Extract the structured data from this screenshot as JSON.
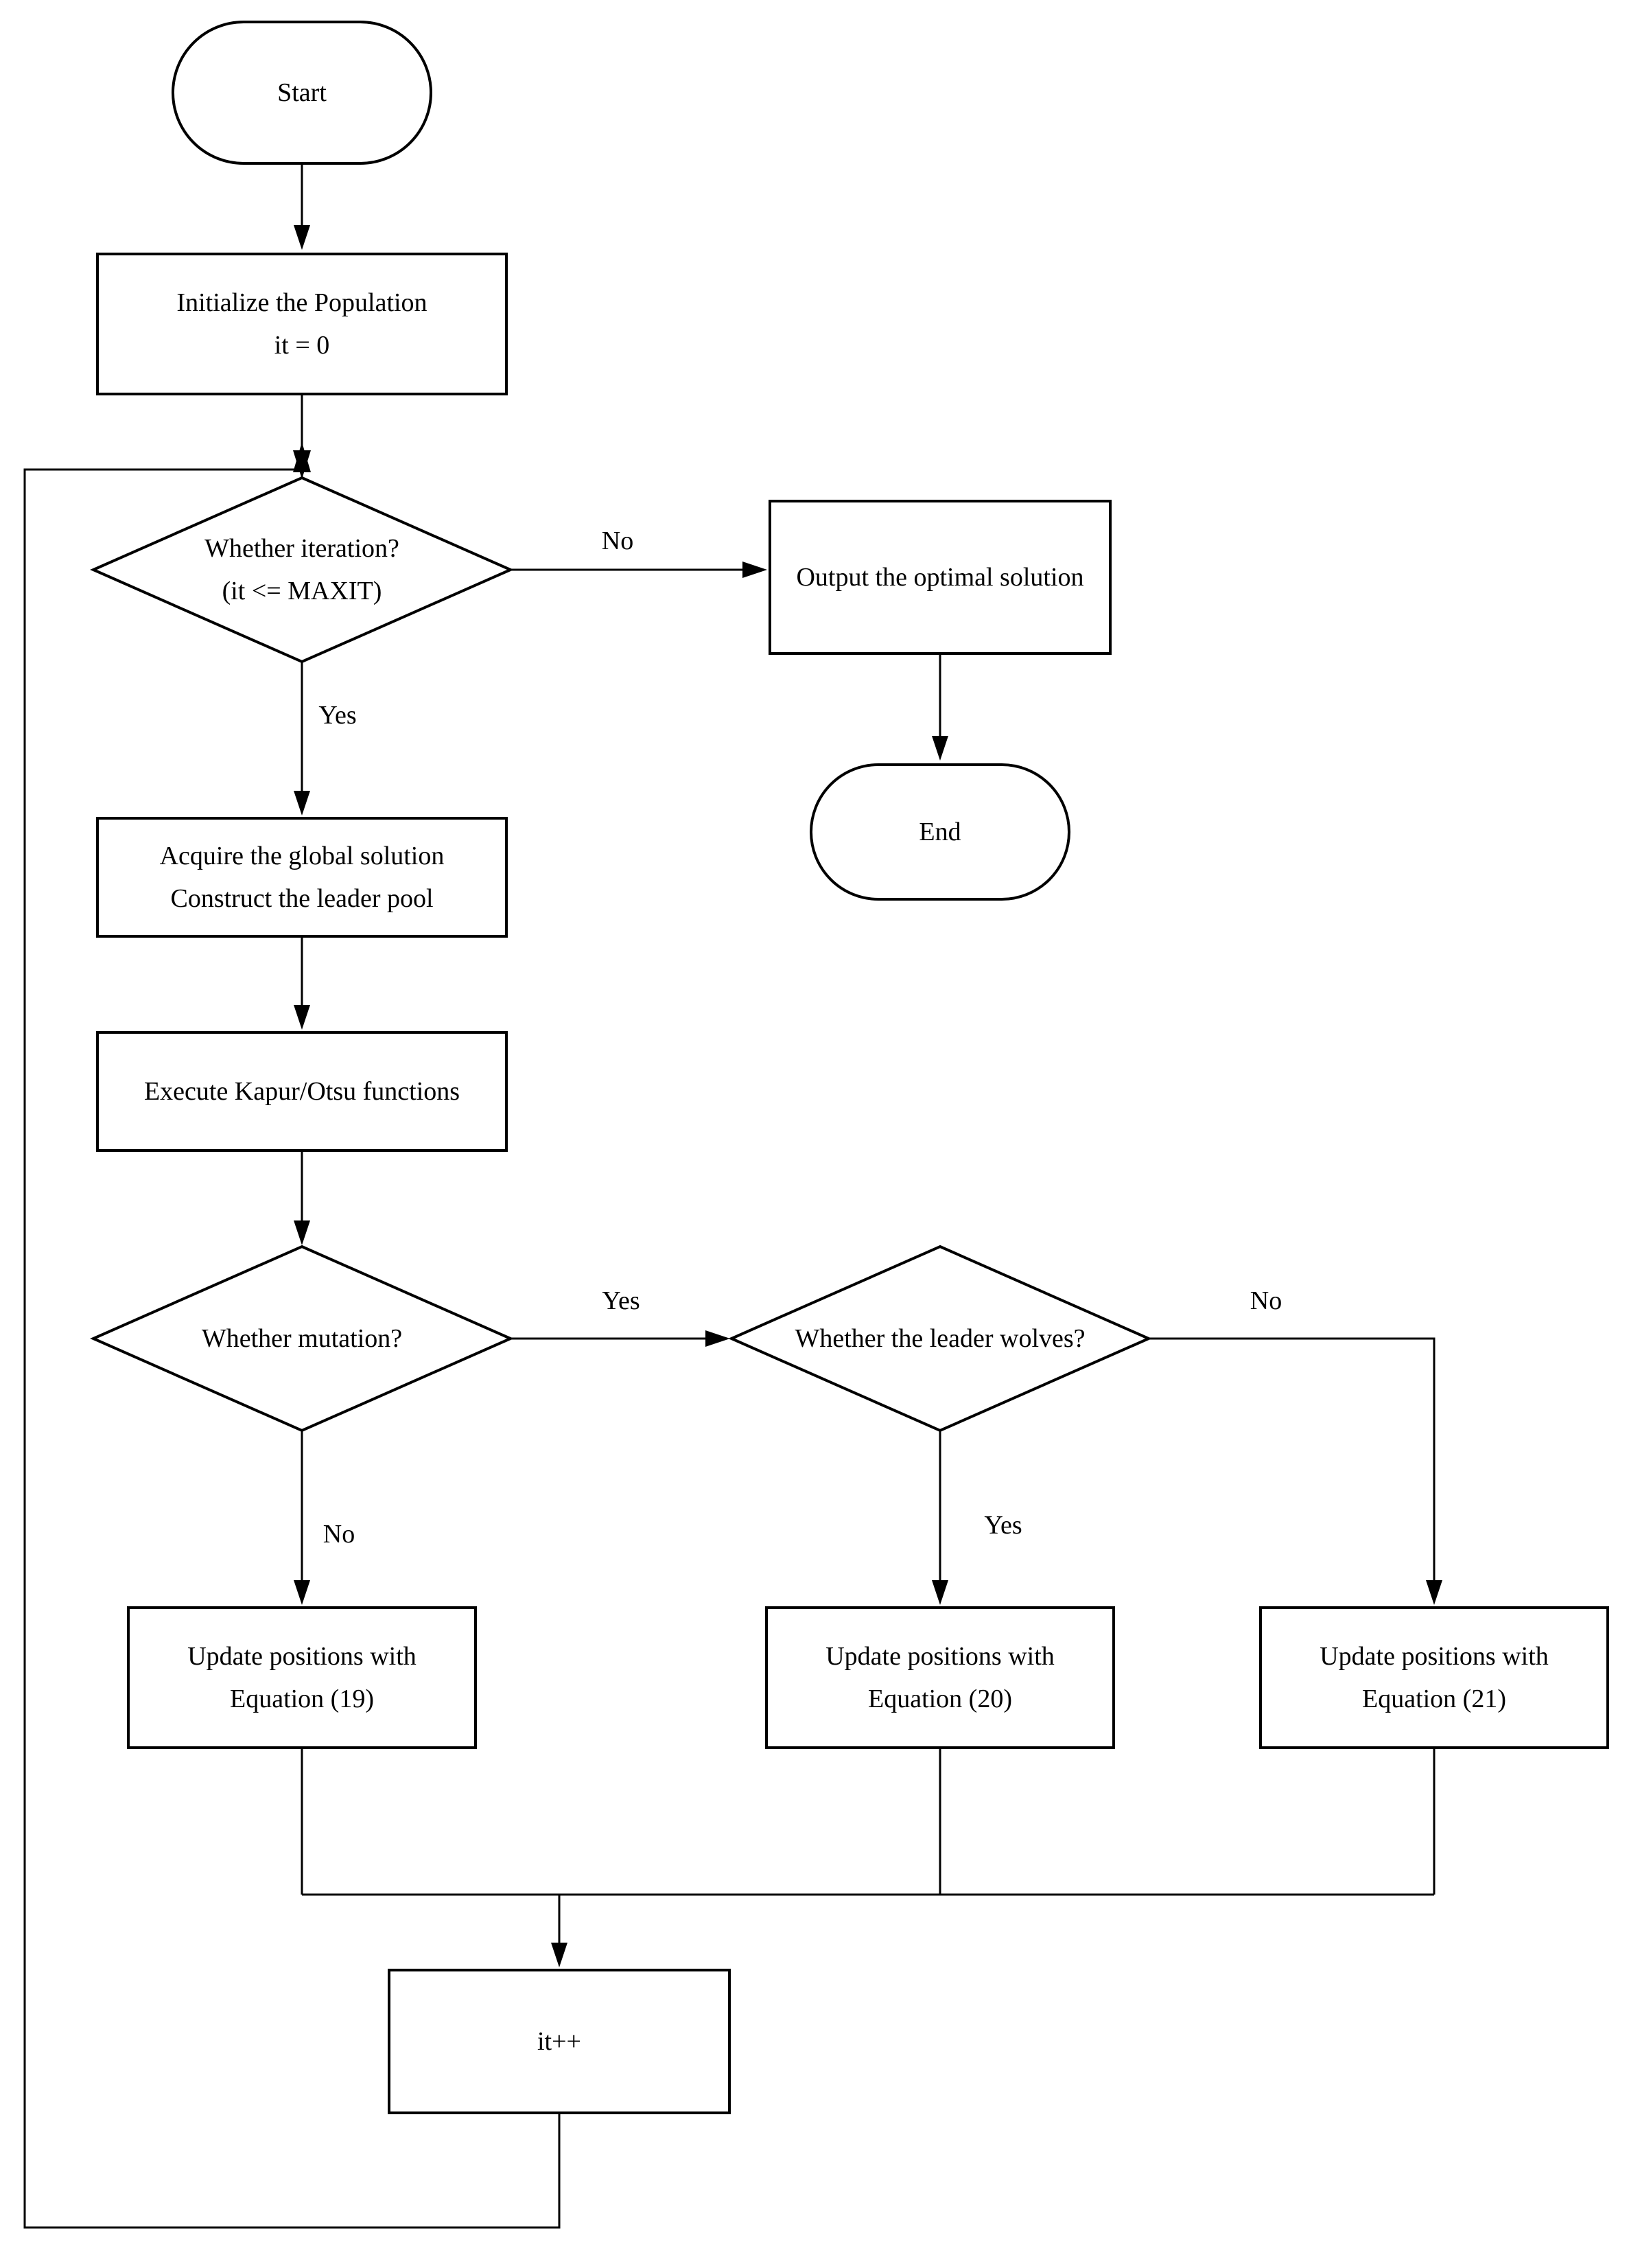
{
  "diagram": {
    "type": "flowchart",
    "colors": {
      "stroke": "#000000",
      "background": "#ffffff",
      "node_fill": "#ffffff"
    },
    "nodes": {
      "start": {
        "label": "Start"
      },
      "init": {
        "line1": "Initialize the Population",
        "line2": "it = 0"
      },
      "iteration_decision": {
        "line1": "Whether iteration?",
        "line2": "(it <= MAXIT)"
      },
      "output": {
        "label": "Output the optimal solution"
      },
      "end": {
        "label": "End"
      },
      "acquire": {
        "line1": "Acquire the global solution",
        "line2": "Construct the leader pool"
      },
      "execute": {
        "label": "Execute Kapur/Otsu functions"
      },
      "mutation_decision": {
        "label": "Whether mutation?"
      },
      "leader_decision": {
        "label": "Whether the leader wolves?"
      },
      "update_eq19": {
        "line1": "Update positions with",
        "line2": "Equation (19)"
      },
      "update_eq20": {
        "line1": "Update positions with",
        "line2": "Equation (20)"
      },
      "update_eq21": {
        "line1": "Update positions with",
        "line2": "Equation (21)"
      },
      "increment": {
        "label": "it++"
      }
    },
    "edge_labels": {
      "iteration_no": "No",
      "iteration_yes": "Yes",
      "mutation_yes": "Yes",
      "mutation_no": "No",
      "leader_yes": "Yes",
      "leader_no": "No"
    }
  }
}
